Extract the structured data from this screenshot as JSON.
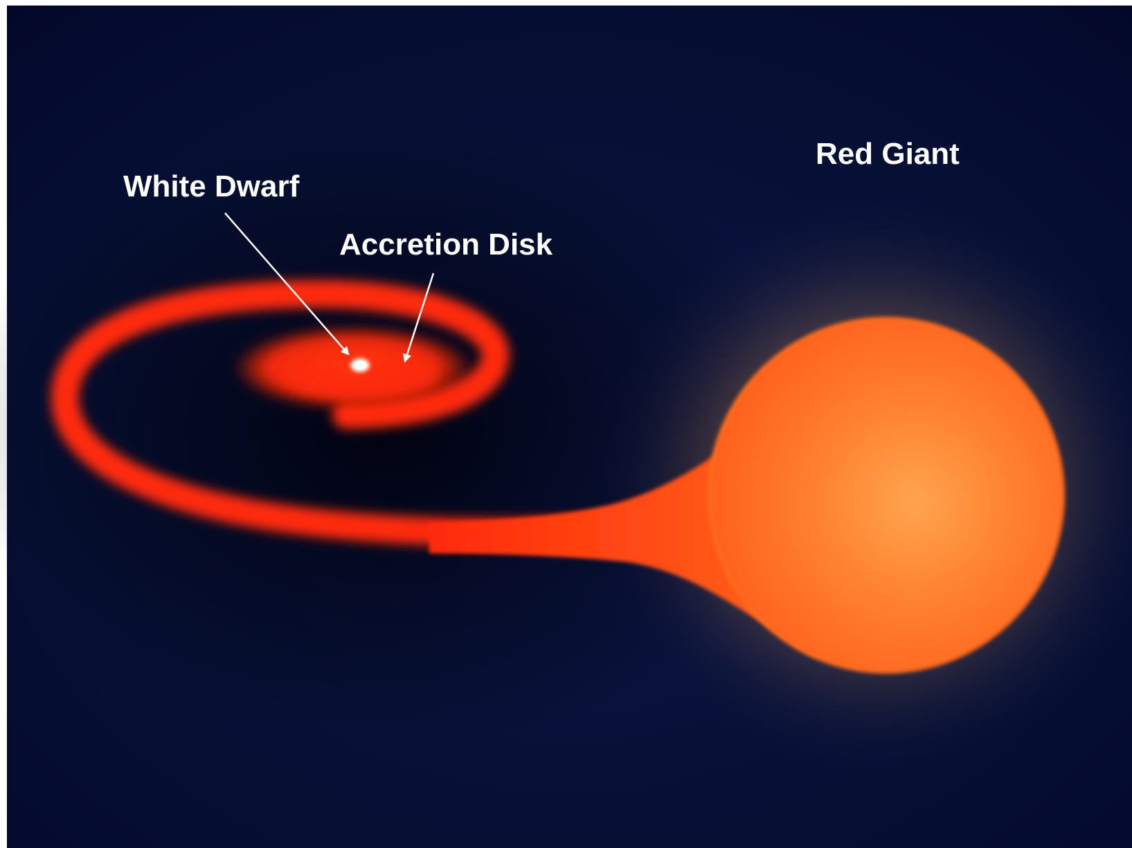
{
  "diagram": {
    "labels": {
      "white_dwarf": "White Dwarf",
      "accretion_disk": "Accretion Disk",
      "red_giant": "Red Giant"
    },
    "colors": {
      "space_background": "#07103a",
      "space_dark": "#020418",
      "disk_red": "#ff2a08",
      "giant_orange": "#ff6a1e",
      "giant_core": "#ffa24a",
      "white_dwarf": "#fff4e0",
      "label_text": "#ffffff",
      "arrow": "#ffffff"
    }
  }
}
